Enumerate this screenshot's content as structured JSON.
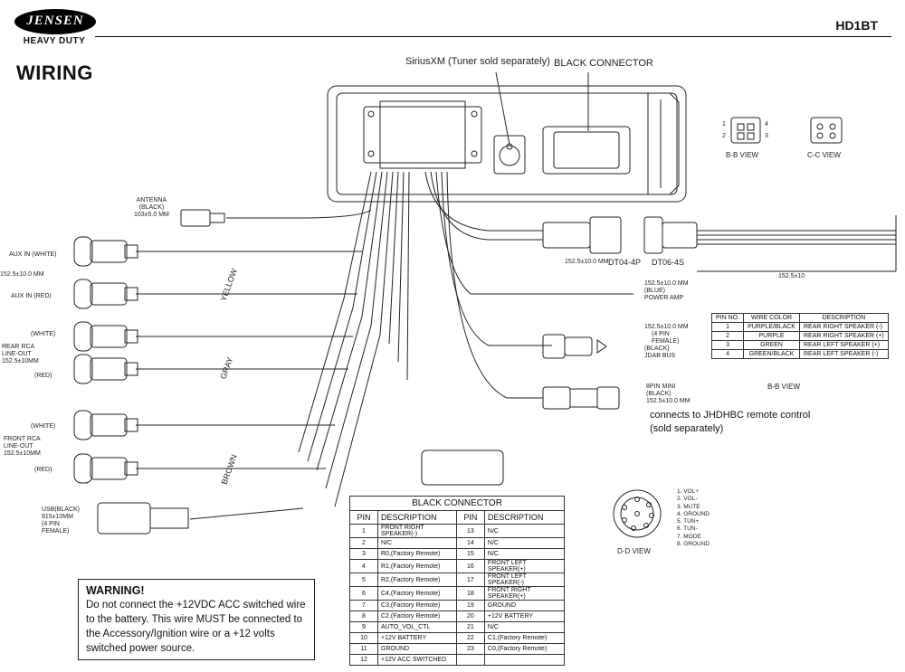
{
  "header": {
    "brand": "JENSEN",
    "brand_sub": "HEAVY DUTY",
    "model": "HD1BT",
    "title": "WIRING"
  },
  "callouts": {
    "siriusxm": "SiriusXM (Tuner sold separately)",
    "black_connector": "BLACK CONNECTOR",
    "bb_view": "B-B VIEW",
    "cc_view": "C-C VIEW",
    "dd_view": "D-D VIEW",
    "bb_view2": "B-B VIEW",
    "dt04": "DT04-4P",
    "dt06": "DT06-4S",
    "remote_note_1": "connects to JHDHBC remote control",
    "remote_note_2": "(sold separately)"
  },
  "labels": {
    "antenna": [
      "ANTENNA",
      "(BLACK)",
      "103±5.0 MM"
    ],
    "aux_white": "AUX IN (WHITE)",
    "aux_len": "152.5±10.0 MM",
    "aux_red": "AUX IN (RED)",
    "rear_white": "(WHITE)",
    "rear_rca": [
      "REAR RCA",
      "LINE-OUT",
      "152.5±10MM"
    ],
    "rear_red": "(RED)",
    "front_white": "(WHITE)",
    "front_rca": [
      "FRONT RCA",
      "LINE-OUT",
      "152.5±10MM"
    ],
    "front_red": "(RED)",
    "usb": [
      "USB(BLACK)",
      "915±10MM",
      "(4 PIN",
      "FEMALE)"
    ],
    "yellow": "YELLOW",
    "gray": "GRAY",
    "brown": "BROWN",
    "power_amp": [
      "152.5±10.0 MM",
      "(BLUE)",
      "POWER AMP"
    ],
    "jdab": [
      "152.5±10.0 MM",
      "(4 PIN",
      "FEMALE)",
      "(BLACK)",
      "JDAB BUS"
    ],
    "minipin": [
      "8PIN MINI",
      "(BLACK)",
      "152.5±10.0 MM"
    ],
    "dt_len": "152.5±10.0 MM",
    "len_right": "152.5±10"
  },
  "bb_pins": {
    "one": "1",
    "two": "2",
    "three": "3",
    "four": "4"
  },
  "wire_table": {
    "headers": [
      "PIN NO.",
      "WIRE COLOR",
      "DESCRIPTION"
    ],
    "rows": [
      [
        "1",
        "PURPLE/BLACK",
        "REAR RIGHT SPEAKER (-)"
      ],
      [
        "2",
        "PURPLE",
        "REAR RIGHT SPEAKER (+)"
      ],
      [
        "3",
        "GREEN",
        "REAR LEFT SPEAKER (+)"
      ],
      [
        "4",
        "GREEN/BLACK",
        "REAR LEFT SPEAKER (-)"
      ]
    ]
  },
  "black_connector_table": {
    "title": "BLACK CONNECTOR",
    "headers": [
      "PIN",
      "DESCRIPTION",
      "PIN",
      "DESCRIPTION"
    ],
    "rows": [
      [
        "1",
        "FRONT RIGHT SPEAKER(-)",
        "13",
        "N/C"
      ],
      [
        "2",
        "N/C",
        "14",
        "N/C"
      ],
      [
        "3",
        "R0,(Factory Remote)",
        "15",
        "N/C"
      ],
      [
        "4",
        "R1,(Factory Remote)",
        "16",
        "FRONT LEFT SPEAKER(+)"
      ],
      [
        "5",
        "R2,(Factory Remote)",
        "17",
        "FRONT LEFT SPEAKER(-)"
      ],
      [
        "6",
        "C4,(Factory Remote)",
        "18",
        "FRONT RIGHT SPEAKER(+)"
      ],
      [
        "7",
        "C3,(Factory Remote)",
        "19",
        "GROUND"
      ],
      [
        "8",
        "C2,(Factory Remote)",
        "20",
        "+12V BATTERY"
      ],
      [
        "9",
        "AUTO_VOL_CTL",
        "21",
        "N/C"
      ],
      [
        "10",
        "+12V BATTERY",
        "22",
        "C1,(Factory Remote)"
      ],
      [
        "11",
        "GROUND",
        "23",
        "C0,(Factory Remote)"
      ],
      [
        "12",
        "+12V ACC SWITCHED",
        "",
        ""
      ]
    ]
  },
  "dd_pins": [
    "1. VOL+",
    "2. VOL-",
    "3. MUTE",
    "4. GROUND",
    "5. TUN+",
    "6. TUN-",
    "7. MODE",
    "8. GROUND"
  ],
  "warning": {
    "title": "WARNING!",
    "body": "Do not connect the +12VDC ACC switched wire to the battery. This wire MUST be connected to the Accessory/Ignition wire or a +12 volts switched power source."
  }
}
